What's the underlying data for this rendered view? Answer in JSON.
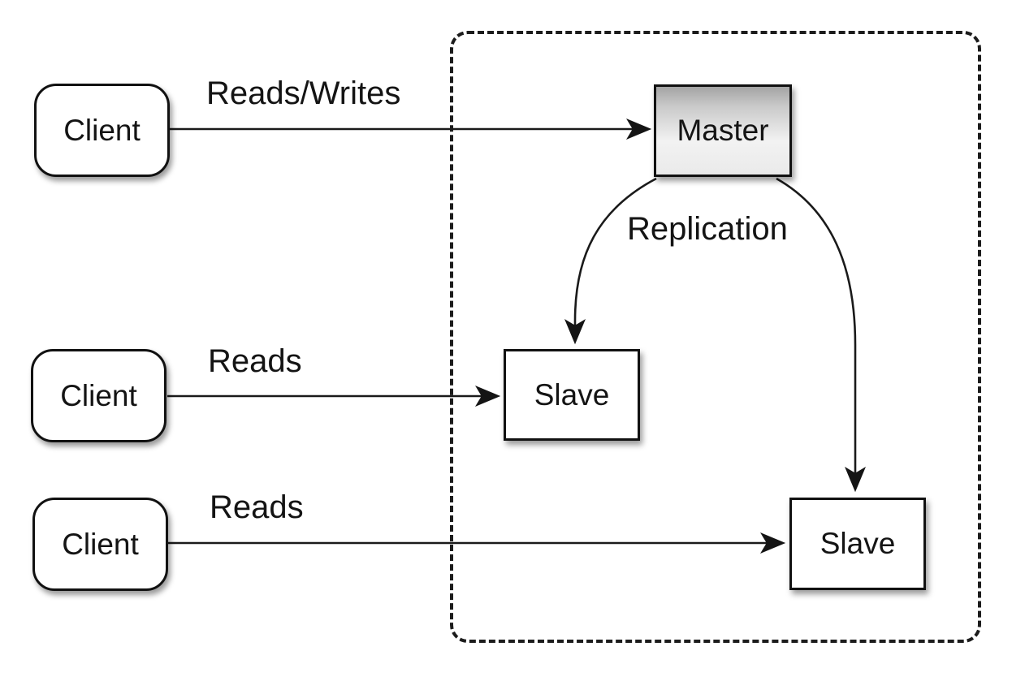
{
  "diagram": {
    "description_colors": {
      "stroke": "#1a1a1a",
      "node_fill": "#ffffff",
      "master_fill_top": "#a4a4a4",
      "master_fill_bottom": "#eaeaea",
      "background": "#ffffff"
    },
    "nodes": {
      "client1": {
        "label": "Client"
      },
      "client2": {
        "label": "Client"
      },
      "client3": {
        "label": "Client"
      },
      "master": {
        "label": "Master"
      },
      "slave1": {
        "label": "Slave"
      },
      "slave2": {
        "label": "Slave"
      }
    },
    "edge_labels": {
      "reads_writes": "Reads/Writes",
      "reads_top": "Reads",
      "reads_bottom": "Reads",
      "replication": "Replication"
    }
  }
}
